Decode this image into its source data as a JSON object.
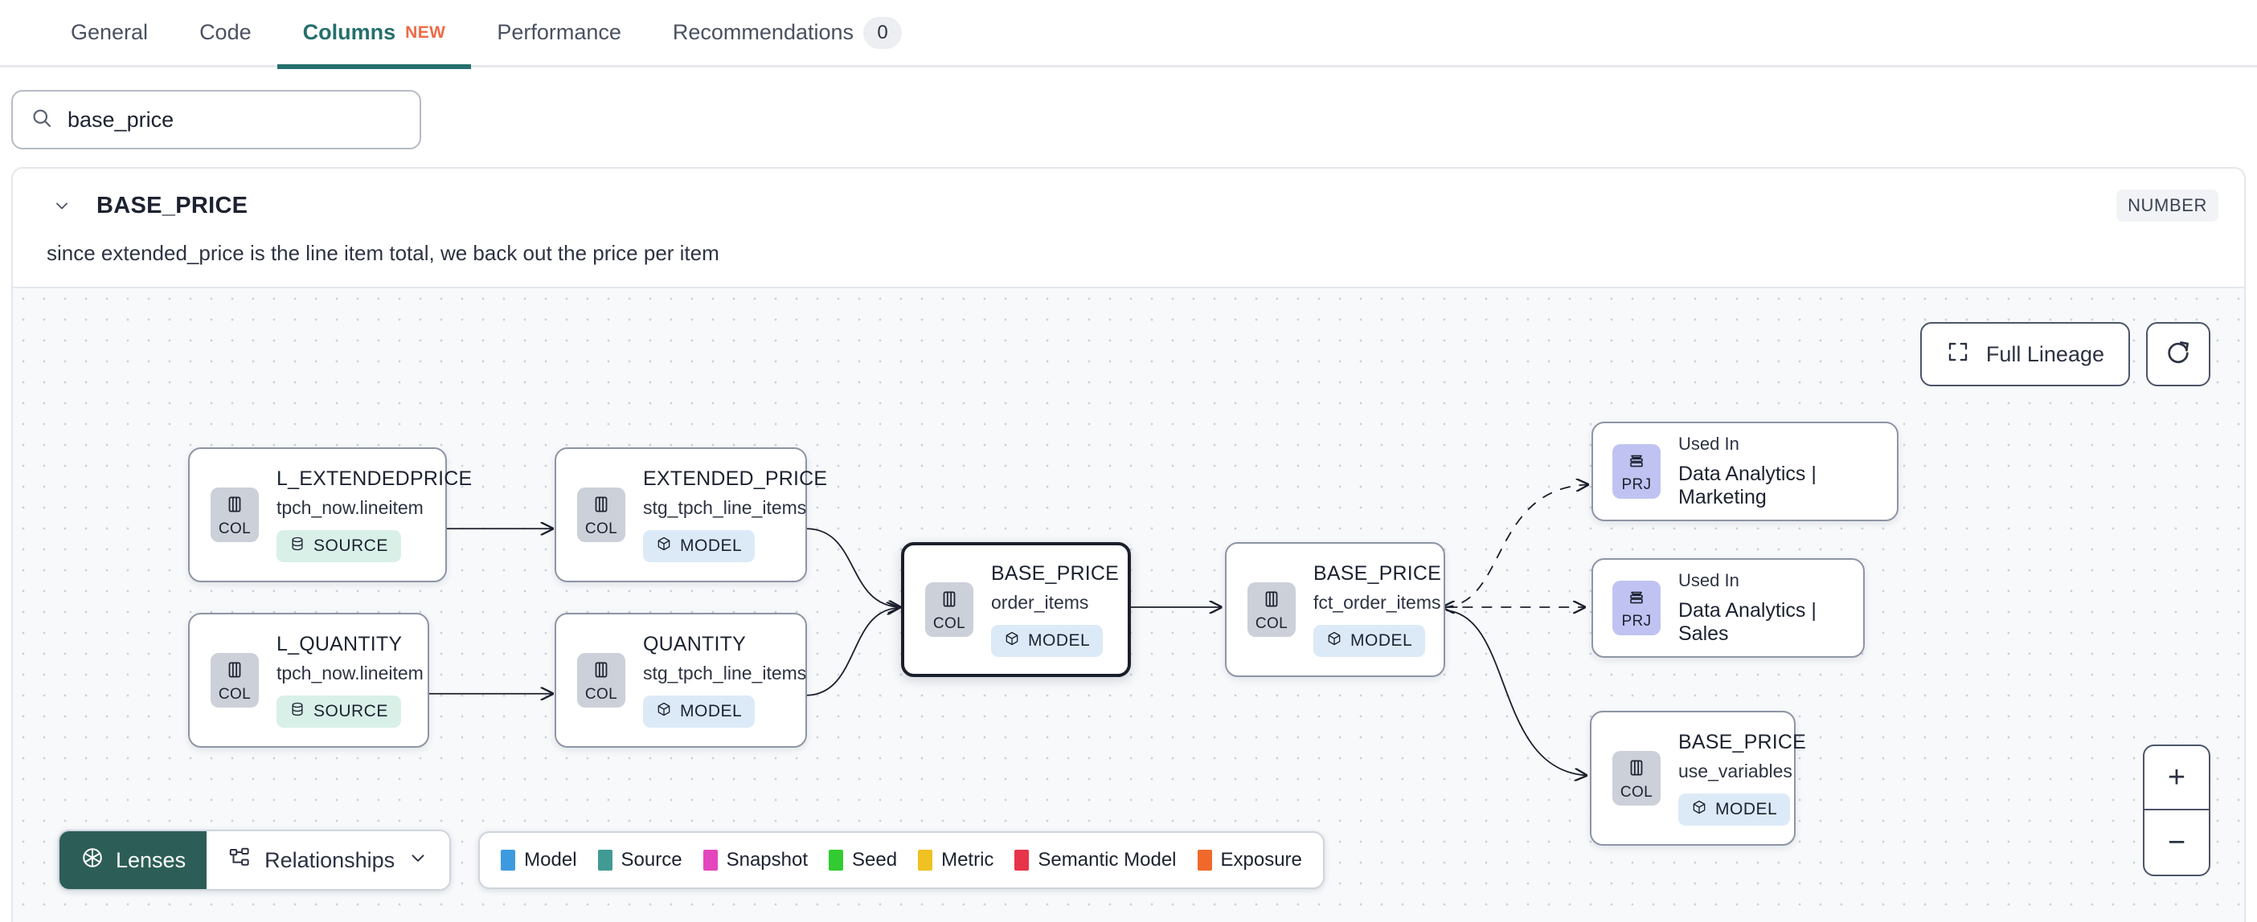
{
  "tabs": [
    {
      "label": "General",
      "active": false,
      "badge": null,
      "new": false
    },
    {
      "label": "Code",
      "active": false,
      "badge": null,
      "new": false
    },
    {
      "label": "Columns",
      "active": true,
      "badge": null,
      "new": true,
      "new_label": "NEW"
    },
    {
      "label": "Performance",
      "active": false,
      "badge": null,
      "new": false
    },
    {
      "label": "Recommendations",
      "active": false,
      "badge": "0",
      "new": false
    }
  ],
  "search": {
    "value": "base_price",
    "icon": "search-icon"
  },
  "column": {
    "name": "BASE_PRICE",
    "type_badge": "NUMBER",
    "description": "since extended_price is the line item total, we back out the price per item",
    "expanded": true
  },
  "canvas": {
    "full_lineage_label": "Full Lineage",
    "refresh_icon": "refresh-icon",
    "zoom_in": "+",
    "zoom_out": "−"
  },
  "nodes": [
    {
      "id": "n1",
      "badge": "COL",
      "badge_kind": "col",
      "title": "L_EXTENDEDPRICE",
      "subtitle": "tpch_now.lineitem",
      "tag": "SOURCE",
      "tag_kind": "source",
      "selected": false
    },
    {
      "id": "n2",
      "badge": "COL",
      "badge_kind": "col",
      "title": "L_QUANTITY",
      "subtitle": "tpch_now.lineitem",
      "tag": "SOURCE",
      "tag_kind": "source",
      "selected": false
    },
    {
      "id": "n3",
      "badge": "COL",
      "badge_kind": "col",
      "title": "EXTENDED_PRICE",
      "subtitle": "stg_tpch_line_items",
      "tag": "MODEL",
      "tag_kind": "model",
      "selected": false
    },
    {
      "id": "n4",
      "badge": "COL",
      "badge_kind": "col",
      "title": "QUANTITY",
      "subtitle": "stg_tpch_line_items",
      "tag": "MODEL",
      "tag_kind": "model",
      "selected": false
    },
    {
      "id": "n5",
      "badge": "COL",
      "badge_kind": "col",
      "title": "BASE_PRICE",
      "subtitle": "order_items",
      "tag": "MODEL",
      "tag_kind": "model",
      "selected": true
    },
    {
      "id": "n6",
      "badge": "COL",
      "badge_kind": "col",
      "title": "BASE_PRICE",
      "subtitle": "fct_order_items",
      "tag": "MODEL",
      "tag_kind": "model",
      "selected": false
    },
    {
      "id": "n7",
      "badge": "COL",
      "badge_kind": "col",
      "title": "BASE_PRICE",
      "subtitle": "use_variables",
      "tag": "MODEL",
      "tag_kind": "model",
      "selected": false
    }
  ],
  "project_nodes": [
    {
      "id": "p1",
      "badge": "PRJ",
      "kicker": "Used In",
      "name": "Data Analytics | Marketing"
    },
    {
      "id": "p2",
      "badge": "PRJ",
      "kicker": "Used In",
      "name": "Data Analytics | Sales"
    }
  ],
  "toolbar": {
    "lenses_label": "Lenses",
    "lenses_icon": "aperture-icon",
    "relationships_label": "Relationships",
    "relationships_icon": "hierarchy-icon",
    "relationships_chevron": "chevron-down-icon"
  },
  "legend": [
    {
      "label": "Model",
      "color": "#3e9ae0"
    },
    {
      "label": "Source",
      "color": "#429a95"
    },
    {
      "label": "Snapshot",
      "color": "#e346bd"
    },
    {
      "label": "Seed",
      "color": "#32cb32"
    },
    {
      "label": "Metric",
      "color": "#efc122"
    },
    {
      "label": "Semantic Model",
      "color": "#e8344a"
    },
    {
      "label": "Exposure",
      "color": "#ef6a2a"
    }
  ],
  "theme": {
    "accent_teal": "#256f6c",
    "new_orange": "#ec6b46",
    "lens_green": "#2c5e57"
  }
}
